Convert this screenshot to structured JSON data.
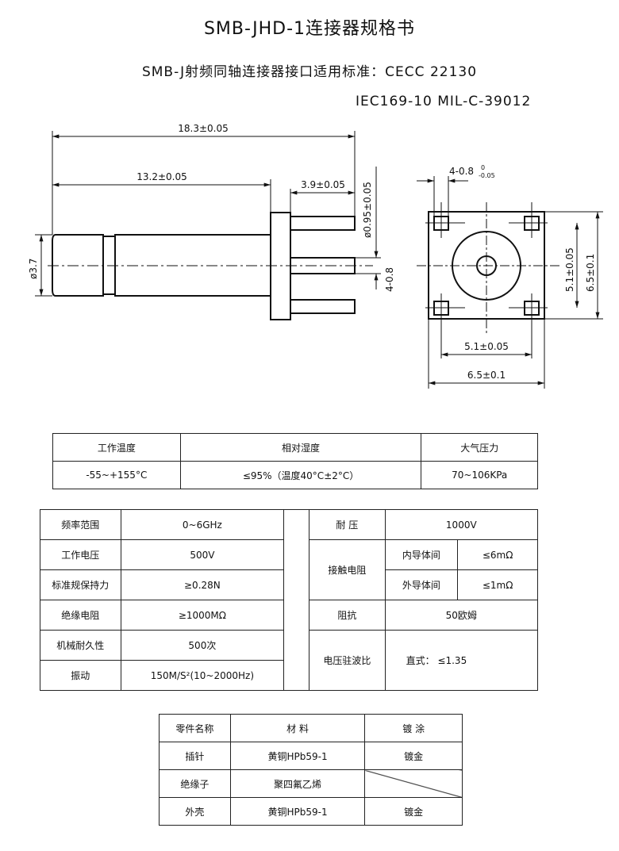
{
  "title": "SMB-JHD-1连接器规格书",
  "subtitle": "SMB-J射频同轴连接器接口适用标准：CECC 22130",
  "standards": "IEC169-10 MIL-C-39012",
  "drawing": {
    "overall_length": "18.3±0.05",
    "body_length": "13.2±0.05",
    "pin_length": "3.9±0.05",
    "pin_diameter": "ø0.95±0.05",
    "body_diameter": "ø3.7",
    "pad_size": "4-0.8",
    "pad_tol_upper": "0",
    "pad_tol_lower": "-0.05",
    "pad_pitch_v": "5.1±0.05",
    "square_v": "6.5±0.1",
    "pad_pitch_h": "5.1±0.05",
    "square_h": "6.5±0.1"
  },
  "env_table": {
    "headers": [
      "工作温度",
      "相对湿度",
      "大气压力"
    ],
    "values": [
      "-55~+155°C",
      "≤95%（温度40°C±2°C）",
      "70~106KPa"
    ]
  },
  "elec_table": {
    "left": [
      {
        "label": "频率范围",
        "value": "0~6GHz"
      },
      {
        "label": "工作电压",
        "value": "500V"
      },
      {
        "label": "标准规保持力",
        "value": "≥0.28N"
      },
      {
        "label": "绝缘电阻",
        "value": "≥1000MΩ"
      },
      {
        "label": "机械耐久性",
        "value": "500次"
      },
      {
        "label": "振动",
        "value": "150M/S²(10~2000Hz)"
      }
    ],
    "right": {
      "withstand_label": "耐  压",
      "withstand_value": "1000V",
      "contact_label": "接触电阻",
      "inner_label": "内导体间",
      "inner_value": "≤6mΩ",
      "outer_label": "外导体间",
      "outer_value": "≤1mΩ",
      "impedance_label": "阻抗",
      "impedance_value": "50欧姆",
      "vswr_label": "电压驻波比",
      "vswr_value": "直式： ≤1.35"
    }
  },
  "mat_table": {
    "headers": [
      "零件名称",
      "材    料",
      "镀    涂"
    ],
    "rows": [
      [
        "插针",
        "黄铜HPb59-1",
        "镀金"
      ],
      [
        "绝缘子",
        "聚四氟乙烯",
        ""
      ],
      [
        "外壳",
        "黄铜HPb59-1",
        "镀金"
      ]
    ]
  }
}
